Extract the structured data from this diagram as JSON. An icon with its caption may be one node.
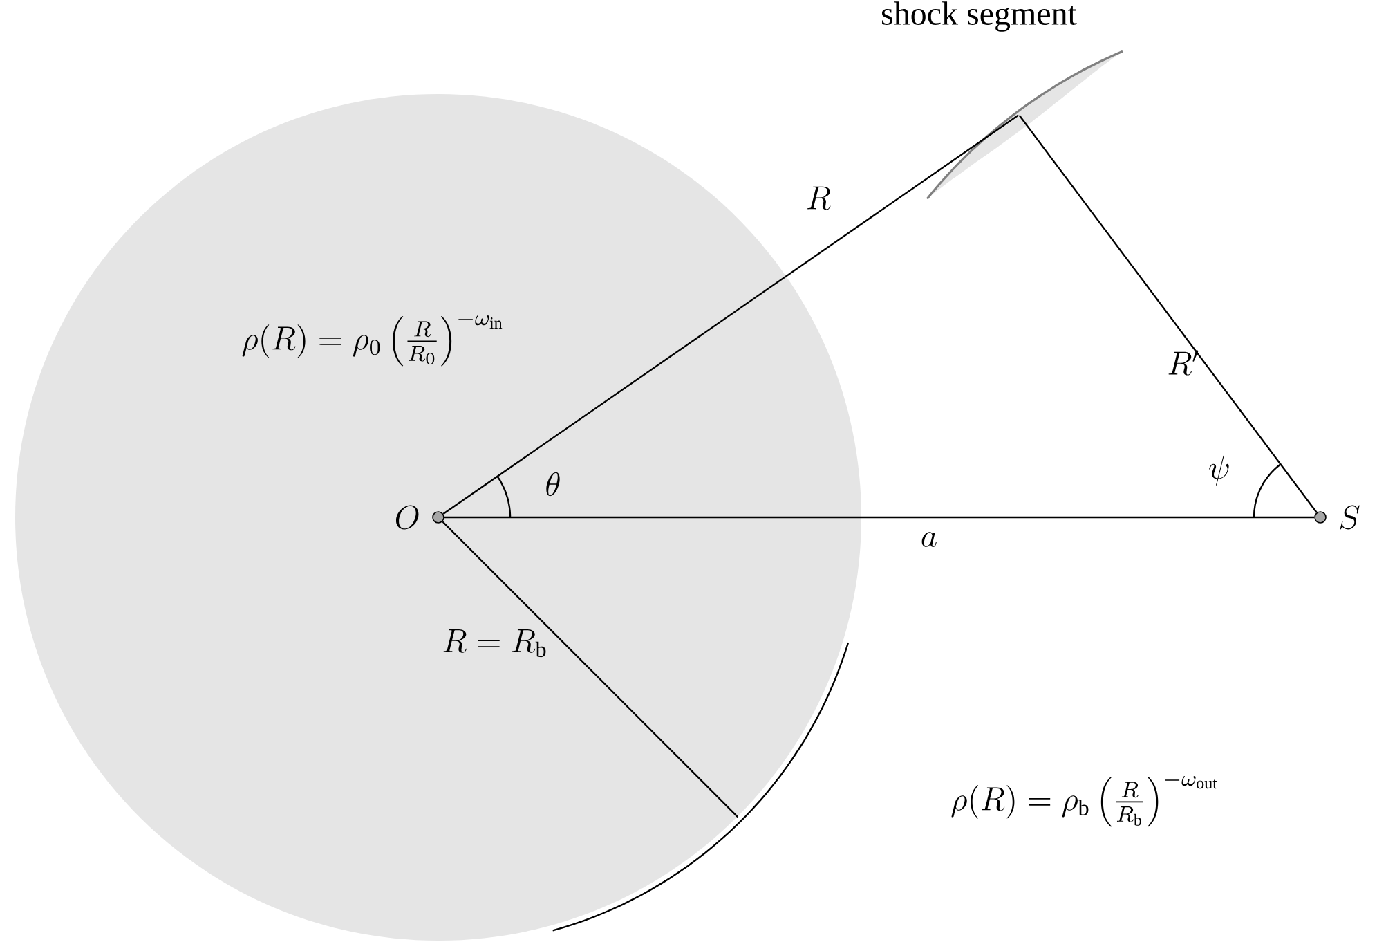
{
  "diagram": {
    "nodes": [
      {
        "text": [
          "\\rho(R) = \\rho_0 \\left(\\frac{R}{R_0}\\right)^{-\\omega_{\\mathrm{in}}}"
        ]
      },
      {
        "text": [
          "O"
        ],
        "in": 0
      },
      {
        "text": [
          "S"
        ]
      },
      {
        "text": [
          "shock segment"
        ]
      }
    ],
    "edges": [
      {
        "from": 1,
        "to": 3,
        "arrow": "none",
        "label": "R"
      },
      {
        "from": 3,
        "to": 2,
        "arrow": "none",
        "label": "R'"
      },
      {
        "from": 1,
        "to": 2,
        "arrow": "none",
        "label": "a"
      },
      {
        "from": 1,
        "to": 0,
        "arrow": "none",
        "label": "R = R_{\\mathrm{b}}"
      }
    ],
    "labels": [
      "\\theta",
      "\\psi",
      "\\rho(R) = \\rho_{\\mathrm{b}} \\left(\\frac{R}{R_{\\mathrm{b}}}\\right)^{-\\omega_{\\mathrm{out}}}"
    ]
  }
}
